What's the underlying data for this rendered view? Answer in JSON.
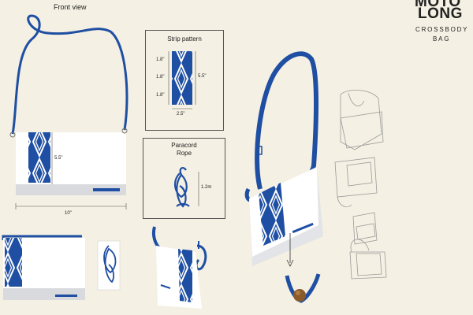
{
  "header": {
    "front_view_label": "Front view",
    "brand_line1": "MOTO",
    "brand_line2": "LONG",
    "brand_line3": "CROSSBODY",
    "brand_line4": "BAG"
  },
  "dimensions": {
    "bag_height": "5.5\"",
    "bag_width": "10\""
  },
  "strip_pattern": {
    "title": "Strip pattern",
    "segment_1": "1.8\"",
    "segment_2": "1.8\"",
    "segment_3": "1.8\"",
    "height": "5.5\"",
    "width": "2.5\""
  },
  "paracord": {
    "title_line1": "Paracord",
    "title_line2": "Rope",
    "length": "1.2m"
  },
  "colors": {
    "background": "#f4f0e3",
    "strap_blue": "#1f4fa3",
    "bag_white": "#ffffff",
    "bag_shadow": "#d7d8dc"
  }
}
